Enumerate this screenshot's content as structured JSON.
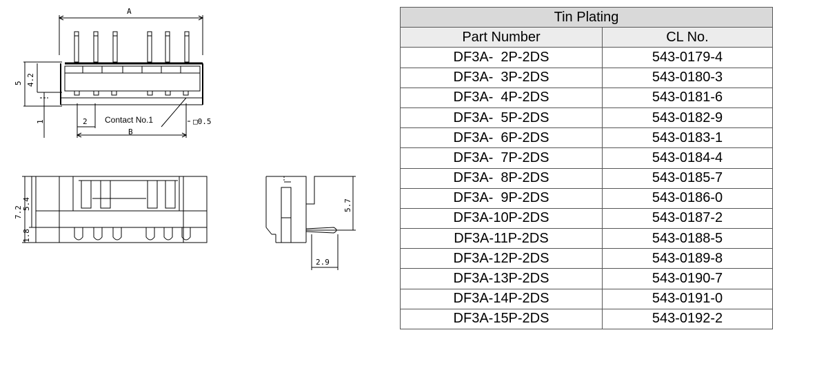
{
  "drawing": {
    "top_view": {
      "dim_A": "A",
      "dim_B": "B",
      "dim_5": "5",
      "dim_4_2": "4.2",
      "dim_1": "1",
      "dim_2": "2",
      "contact_label": "Contact No.1",
      "pin_size": "□0.5"
    },
    "front_view": {
      "dim_7_2": "7.2",
      "dim_5_4": "5.4",
      "dim_1_8": "1.8"
    },
    "side_view": {
      "dim_5_7": "5.7",
      "dim_2_9": "2.9"
    }
  },
  "table": {
    "title": "Tin Plating",
    "headers": [
      "Part Number",
      "CL No."
    ],
    "rows": [
      [
        "DF3A-  2P-2DS",
        "543-0179-4"
      ],
      [
        "DF3A-  3P-2DS",
        "543-0180-3"
      ],
      [
        "DF3A-  4P-2DS",
        "543-0181-6"
      ],
      [
        "DF3A-  5P-2DS",
        "543-0182-9"
      ],
      [
        "DF3A-  6P-2DS",
        "543-0183-1"
      ],
      [
        "DF3A-  7P-2DS",
        "543-0184-4"
      ],
      [
        "DF3A-  8P-2DS",
        "543-0185-7"
      ],
      [
        "DF3A-  9P-2DS",
        "543-0186-0"
      ],
      [
        "DF3A-10P-2DS",
        "543-0187-2"
      ],
      [
        "DF3A-11P-2DS",
        "543-0188-5"
      ],
      [
        "DF3A-12P-2DS",
        "543-0189-8"
      ],
      [
        "DF3A-13P-2DS",
        "543-0190-7"
      ],
      [
        "DF3A-14P-2DS",
        "543-0191-0"
      ],
      [
        "DF3A-15P-2DS",
        "543-0192-2"
      ]
    ]
  }
}
